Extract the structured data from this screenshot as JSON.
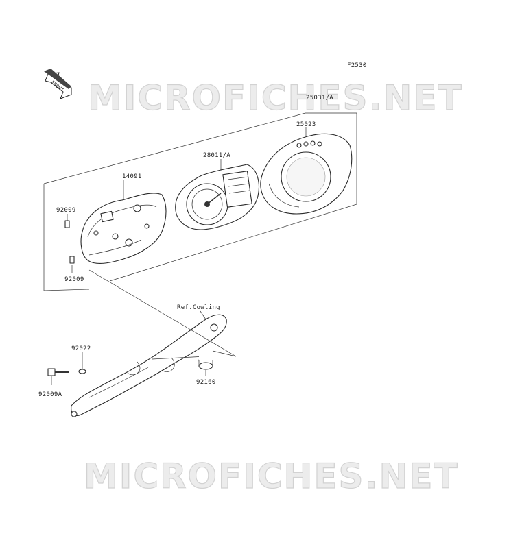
{
  "diagram": {
    "figure_code": "F2530",
    "front_marker": "FRONT",
    "watermark": "MICROFICHES.NET",
    "labels": {
      "p25031": "25031/A",
      "p25023": "25023",
      "p28011": "28011/A",
      "p14091": "14091",
      "p92009_top": "92009",
      "p92009_bottom": "92009",
      "ref_cowling": "Ref.Cowling",
      "p92022": "92022",
      "p92009A": "92009A",
      "p92160": "92160"
    }
  }
}
